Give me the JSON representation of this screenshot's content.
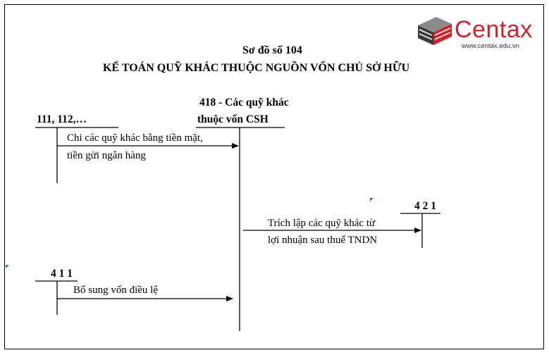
{
  "header": {
    "diagram_number": "Sơ đồ số 104",
    "title": "KẾ TOÁN QUỸ KHÁC THUỘC NGUỒN VỐN CHỦ SỞ HỮU"
  },
  "logo": {
    "brand": "Centax",
    "url": "www.centax.edu.vn",
    "colors": {
      "brand_red": "#d0232a",
      "grey": "#8a8a8a",
      "dark": "#3a3a3a"
    }
  },
  "accounts": {
    "a418_line1": "418 - Các quỹ khác",
    "a418_line2": "thuộc vốn CSH",
    "a111": "111, 112,…",
    "a421": "4 2 1",
    "a411": "4 1 1"
  },
  "flows": {
    "f1_line1": "Chi các quỹ khác bằng tiền mặt,",
    "f1_line2": "tiền gửi ngân hàng",
    "f2_line1": "Trích lập các quỹ khác từ",
    "f2_line2": "lợi nhuận sau thuế TNDN",
    "f3_line1": "Bổ sung vốn điều lệ"
  }
}
